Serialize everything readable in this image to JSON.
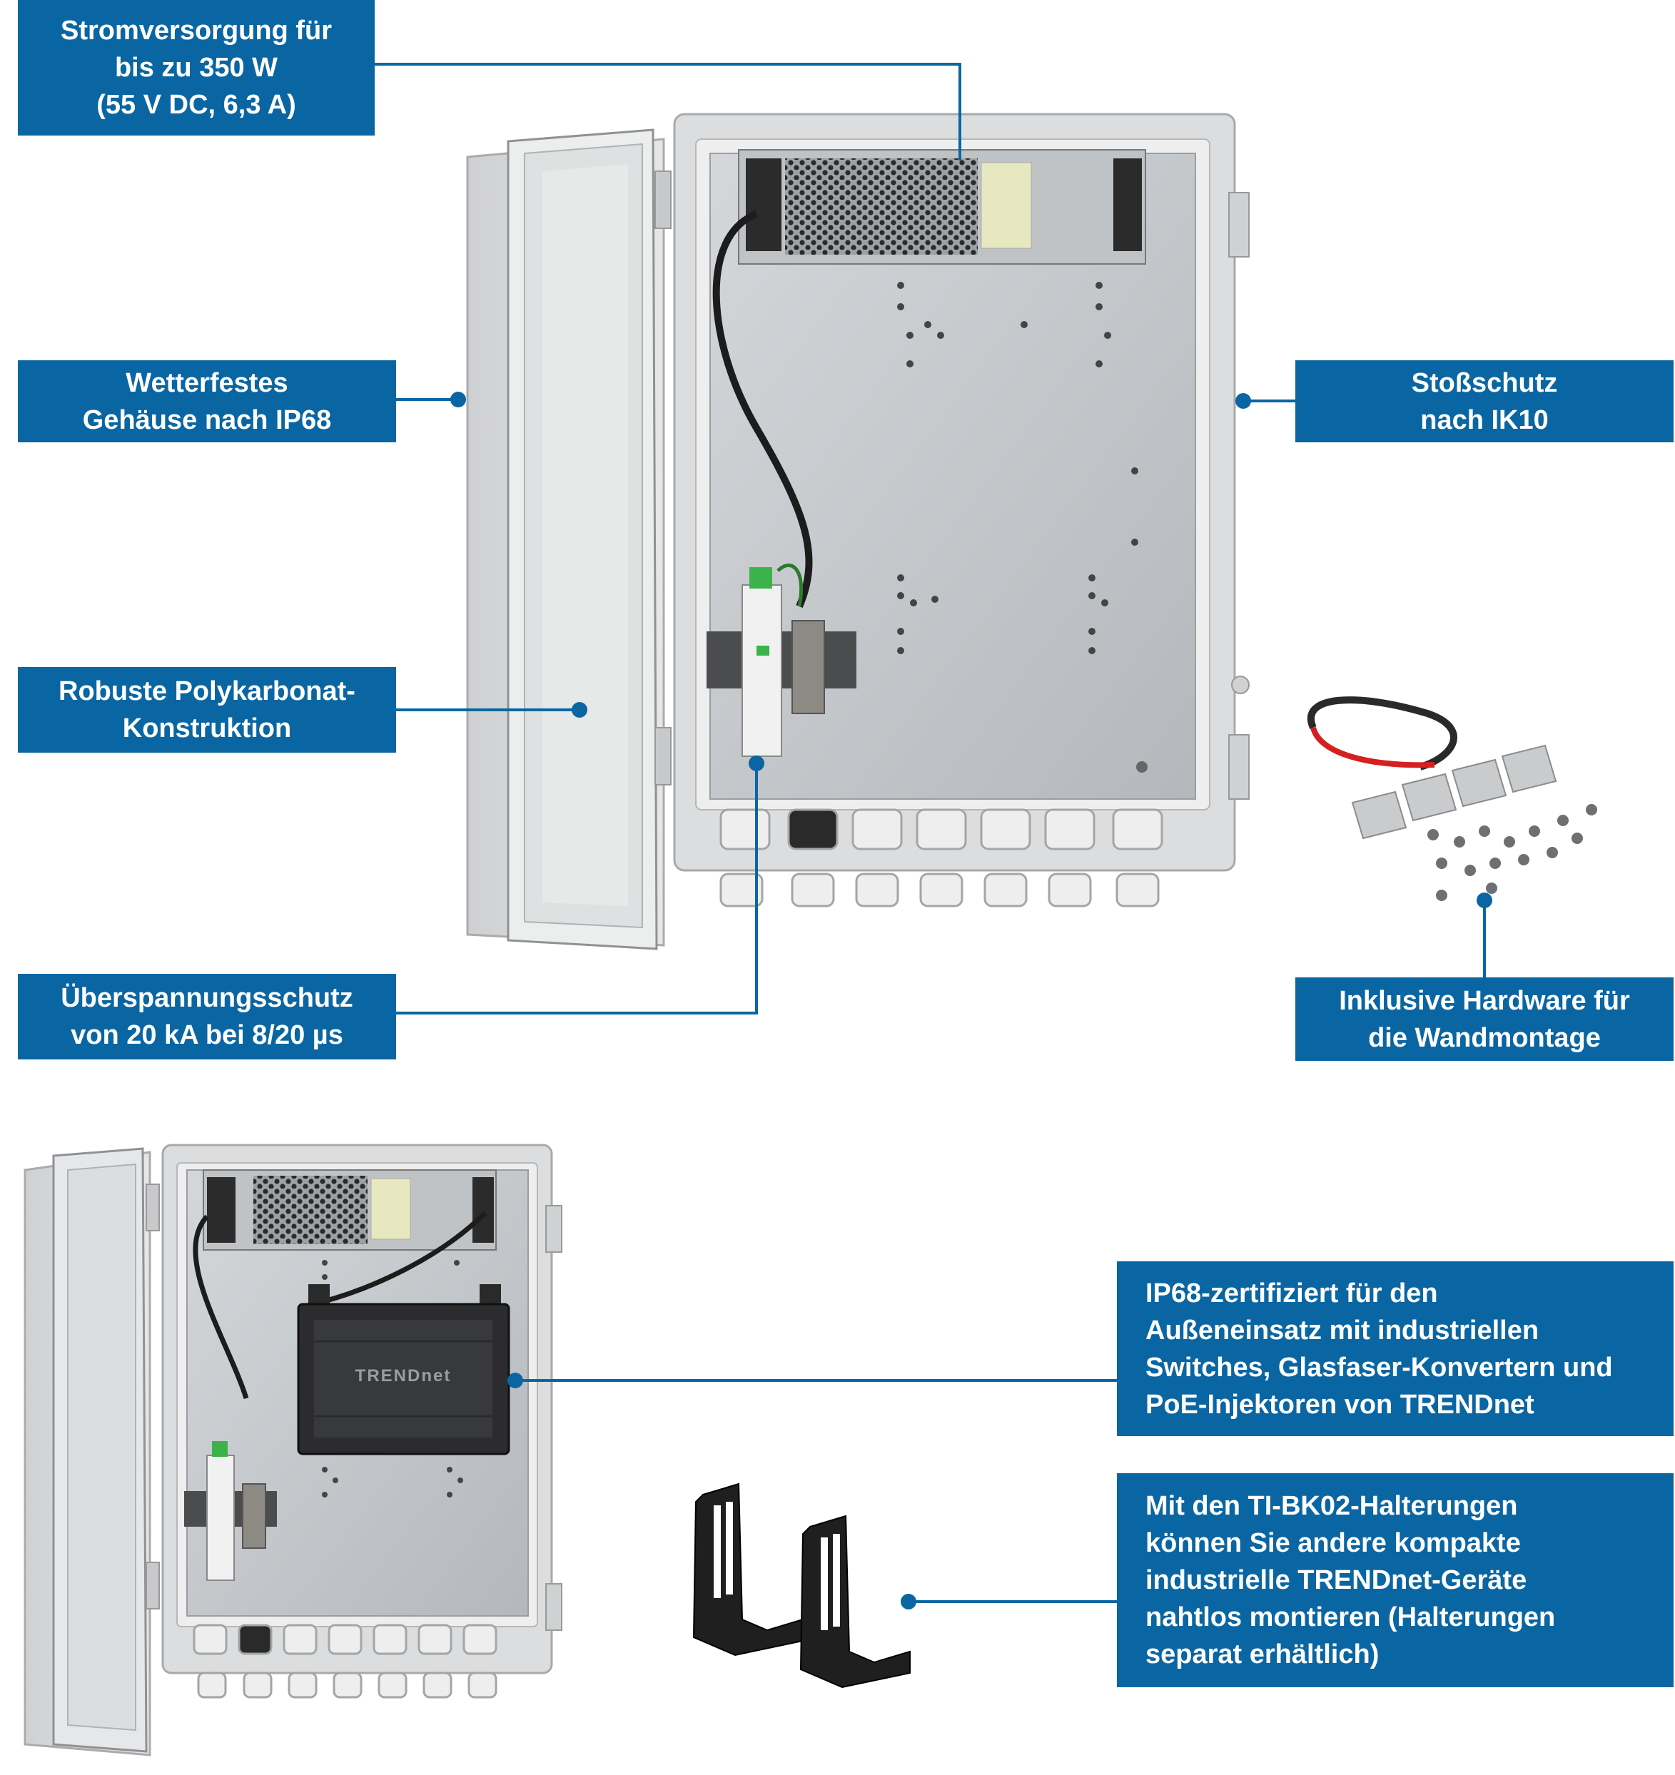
{
  "callouts": {
    "power": [
      "Stromversorgung für",
      "bis zu 350 W",
      "(55 V DC, 6,3 A)"
    ],
    "weatherproof": [
      "Wetterfestes",
      "Gehäuse nach IP68"
    ],
    "polycarbonate": [
      "Robuste Polykarbonat-",
      "Konstruktion"
    ],
    "surge": [
      "Überspannungsschutz",
      "von 20 kA bei 8/20 µs"
    ],
    "impact": [
      "Stoßschutz",
      "nach IK10"
    ],
    "hardware": [
      "Inklusive Hardware für",
      "die Wandmontage"
    ],
    "ip68_outdoor": [
      "IP68-zertifiziert für den",
      "Außeneinsatz mit industriellen",
      "Switches, Glasfaser-Konvertern und",
      "PoE-Injektoren von TRENDnet"
    ],
    "brackets": [
      "Mit den TI-BK02-Halterungen",
      "können Sie andere kompakte",
      "industrielle TRENDnet-Geräte",
      "nahtlos montieren (Halterungen",
      "separat erhältlich)"
    ]
  },
  "product_labels": {
    "switch_brand": "TRENDnet"
  },
  "colors": {
    "callout_background": "#0a66a3",
    "callout_text": "#ffffff",
    "enclosure_gray": "#d9dadb",
    "backplate": "#c7cacd"
  },
  "icons": [
    "leader-dot",
    "power-supply",
    "surge-protector",
    "cable-glands",
    "wall-mount-hardware",
    "mounting-bracket",
    "industrial-switch"
  ]
}
